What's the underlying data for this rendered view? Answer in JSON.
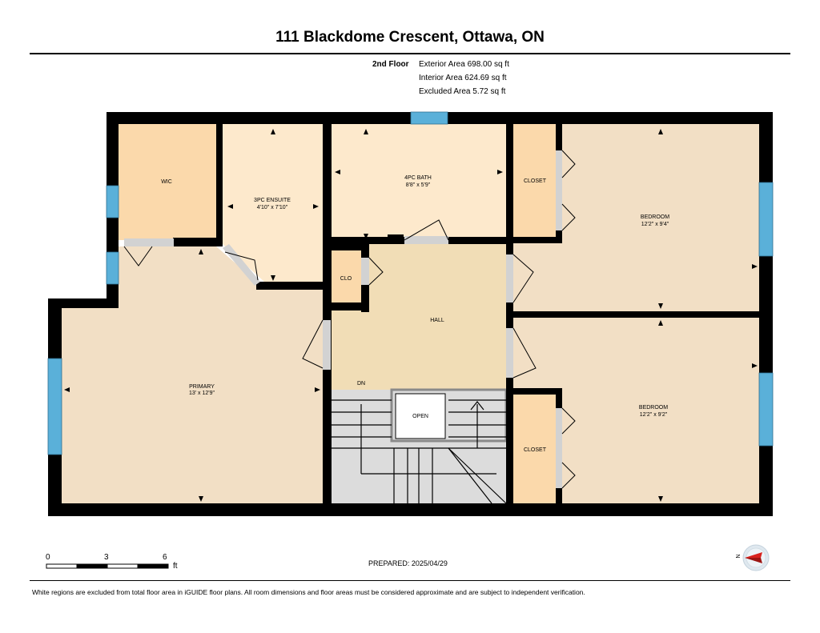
{
  "title": "111 Blackdome Crescent, Ottawa, ON",
  "floor": "2nd Floor",
  "areas": {
    "exterior": "Exterior Area 698.00 sq ft",
    "interior": "Interior Area 624.69 sq ft",
    "excluded": "Excluded Area 5.72 sq ft"
  },
  "rooms": {
    "wic": "WIC",
    "ensuite_name": "3PC ENSUITE",
    "ensuite_dim": "4'10\" x 7'10\"",
    "bath_name": "4PC BATH",
    "bath_dim": "8'8\" x 5'9\"",
    "closet_top": "CLOSET",
    "bedroom1_name": "BEDROOM",
    "bedroom1_dim": "12'2\" x 9'4\"",
    "clo": "CLO",
    "hall": "HALL",
    "primary_name": "PRIMARY",
    "primary_dim": "13' x 12'9\"",
    "dn": "DN",
    "open": "OPEN",
    "closet_bottom": "CLOSET",
    "bedroom2_name": "BEDROOM",
    "bedroom2_dim": "12'2\" x 9'2\""
  },
  "scale": {
    "labels": [
      "0",
      "3",
      "6"
    ],
    "unit": "ft"
  },
  "prepared": "PREPARED: 2025/04/29",
  "compass_label": "N",
  "footnote": "White regions are excluded from total floor area in iGUIDE floor plans. All room dimensions and floor areas must be considered approximate and are subject to independent verification.",
  "colors": {
    "wall": "#000000",
    "room_orange": "#fbd9ab",
    "room_cream": "#fde9cc",
    "room_beige": "#f2dfc5",
    "hall": "#f1ddb6",
    "stairs": "#dcdcdc",
    "window": "#5ab0d9",
    "door": "#d2d2d2"
  }
}
